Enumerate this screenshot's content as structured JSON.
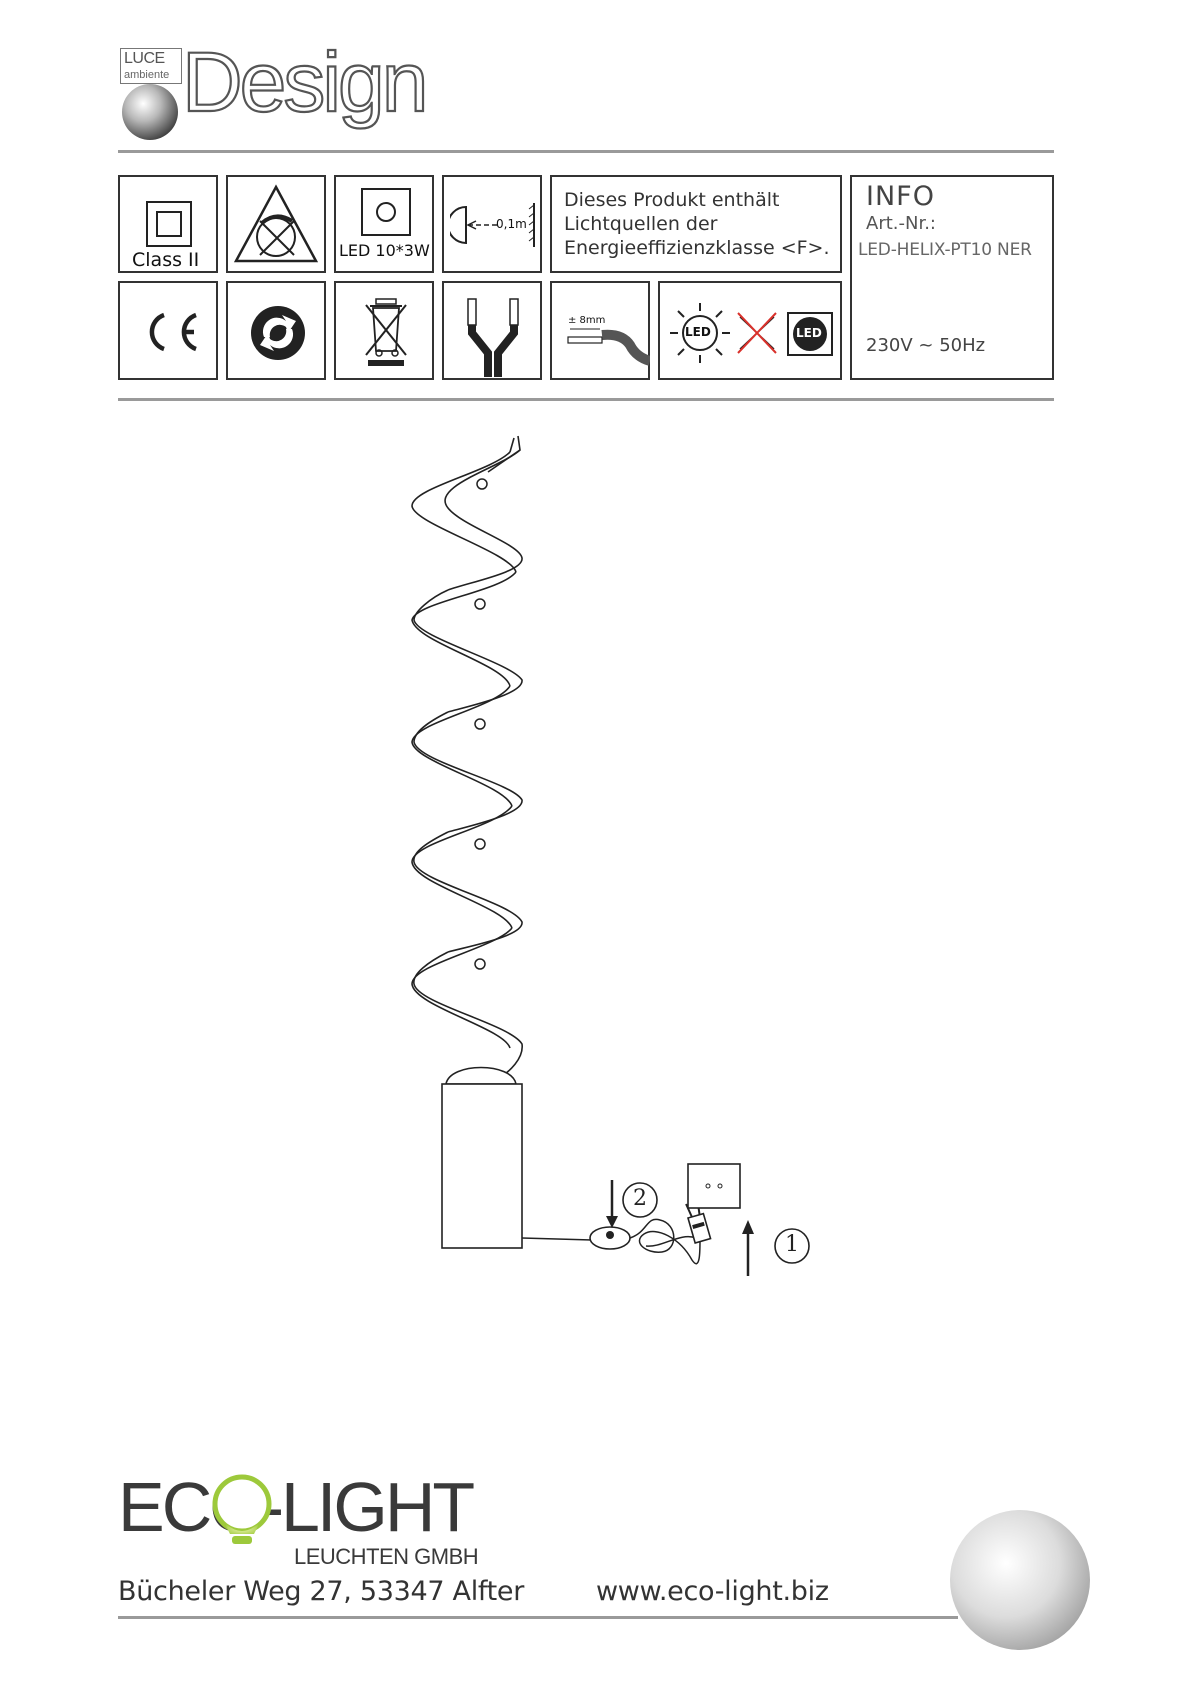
{
  "header": {
    "brand_box_line1": "LUCE",
    "brand_box_line2": "ambiente",
    "brand_name": "Design"
  },
  "icons": {
    "class2_label": "Class II",
    "led_label": "LED 10*3W",
    "distance_label": "0,1m",
    "cable_label": "± 8mm",
    "led_bulb_label": "LED",
    "led_badge_label": "LED"
  },
  "energy_text": {
    "line1": "Dieses Produkt enthält",
    "line2": "Lichtquellen der",
    "line3": "Energieeffizienzklasse <F>."
  },
  "info": {
    "title": "INFO",
    "art_label": "Art.-Nr.:",
    "art_number": "LED-HELIX-PT10 NER",
    "voltage": "230V ~ 50Hz"
  },
  "diagram": {
    "step1": "1",
    "step2": "2"
  },
  "footer": {
    "company": "ECO-LIGHT",
    "company_sub": "LEUCHTEN GMBH",
    "address": "Bücheler Weg 27, 53347 Alfter",
    "website": "www.eco-light.biz"
  },
  "colors": {
    "rule": "#9a9a9a",
    "eco_green": "#9dc93b",
    "text": "#333333"
  }
}
